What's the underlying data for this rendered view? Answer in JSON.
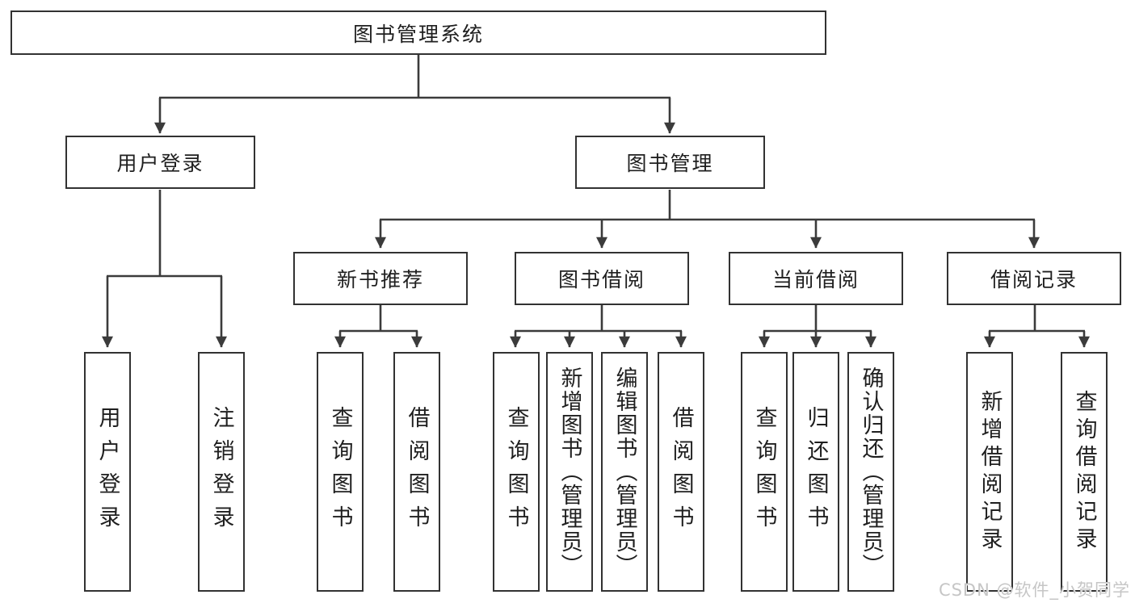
{
  "tree": {
    "root": {
      "label": "图书管理系统"
    },
    "level2": [
      {
        "label": "用户登录"
      },
      {
        "label": "图书管理"
      }
    ],
    "level3": [
      {
        "label": "新书推荐"
      },
      {
        "label": "图书借阅"
      },
      {
        "label": "当前借阅"
      },
      {
        "label": "借阅记录"
      }
    ],
    "leaves": {
      "user_login": [
        {
          "label": "用户登录"
        },
        {
          "label": "注销登录"
        }
      ],
      "new_book_recommend": [
        {
          "label": "查询图书"
        },
        {
          "label": "借阅图书"
        }
      ],
      "book_borrowing": [
        {
          "label": "查询图书"
        },
        {
          "label": "新增图书（管理员）"
        },
        {
          "label": "编辑图书（管理员）"
        },
        {
          "label": "借阅图书"
        }
      ],
      "current_borrowing": [
        {
          "label": "查询图书"
        },
        {
          "label": "归还图书"
        },
        {
          "label": "确认归还（管理员）"
        }
      ],
      "borrowing_records": [
        {
          "label": "新增借阅记录"
        },
        {
          "label": "查询借阅记录"
        }
      ]
    }
  },
  "watermark": "CSDN @软件_小贺同学",
  "colors": {
    "line": "#3b3b3b",
    "box_border": "#323232",
    "box_fill": "#ffffff",
    "text": "#1f1f1f",
    "watermark": "#c6c6c6",
    "background": "#ffffff"
  }
}
